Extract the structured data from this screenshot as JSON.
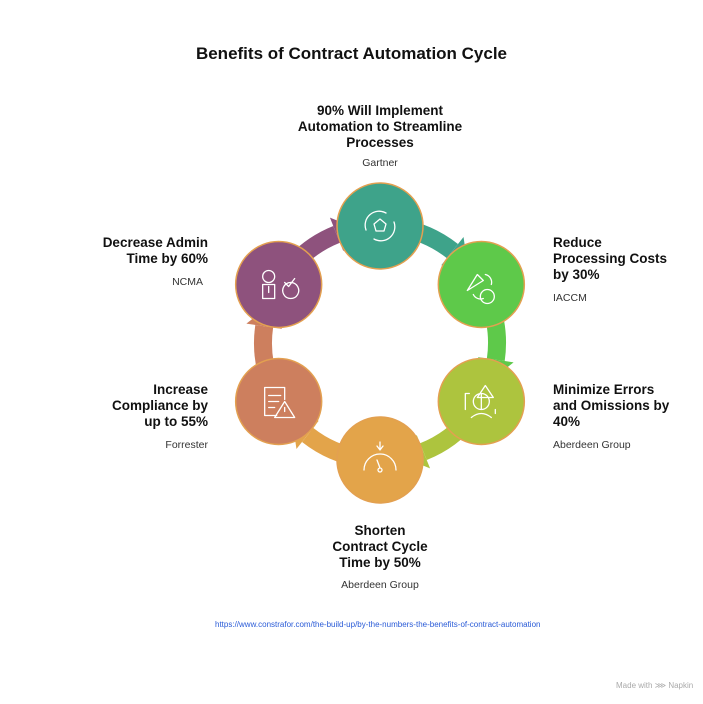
{
  "title": "Benefits of Contract Automation Cycle",
  "items": [
    {
      "heading": "90% Will Implement Automation to Streamline Processes",
      "lines": [
        "90% Will Implement",
        "Automation to Streamline",
        "Processes"
      ],
      "source": "Gartner",
      "color": "#3ea38a",
      "icon": "automation-cycle-gear-icon"
    },
    {
      "heading": "Reduce Processing Costs by 30%",
      "lines": [
        "Reduce",
        "Processing Costs",
        "by 30%"
      ],
      "source": "IACCM",
      "color": "#5ec94a",
      "icon": "cost-reduction-icon"
    },
    {
      "heading": "Minimize Errors and Omissions by 40%",
      "lines": [
        "Minimize Errors",
        "and Omissions by",
        "40%"
      ],
      "source": "Aberdeen Group",
      "color": "#adc43e",
      "icon": "error-analysis-icon"
    },
    {
      "heading": "Shorten Contract Cycle Time by 50%",
      "lines": [
        "Shorten",
        "Contract Cycle",
        "Time by 50%"
      ],
      "source": "Aberdeen Group",
      "color": "#e3a44a",
      "icon": "speedometer-icon"
    },
    {
      "heading": "Increase Compliance by up to 55%",
      "lines": [
        "Increase",
        "Compliance by",
        "up to 55%"
      ],
      "source": "Forrester",
      "color": "#cd7f5e",
      "icon": "clipboard-warning-icon"
    },
    {
      "heading": "Decrease Admin Time by 60%",
      "lines": [
        "Decrease Admin",
        "Time by 60%"
      ],
      "source": "NCMA",
      "color": "#8e527d",
      "icon": "admin-check-icon"
    }
  ],
  "footer": {
    "url": "https://www.constrafor.com/the-build-up/by-the-numbers-the-benefits-of-contract-automation",
    "made_with": "Made with",
    "brand": "Napkin"
  }
}
